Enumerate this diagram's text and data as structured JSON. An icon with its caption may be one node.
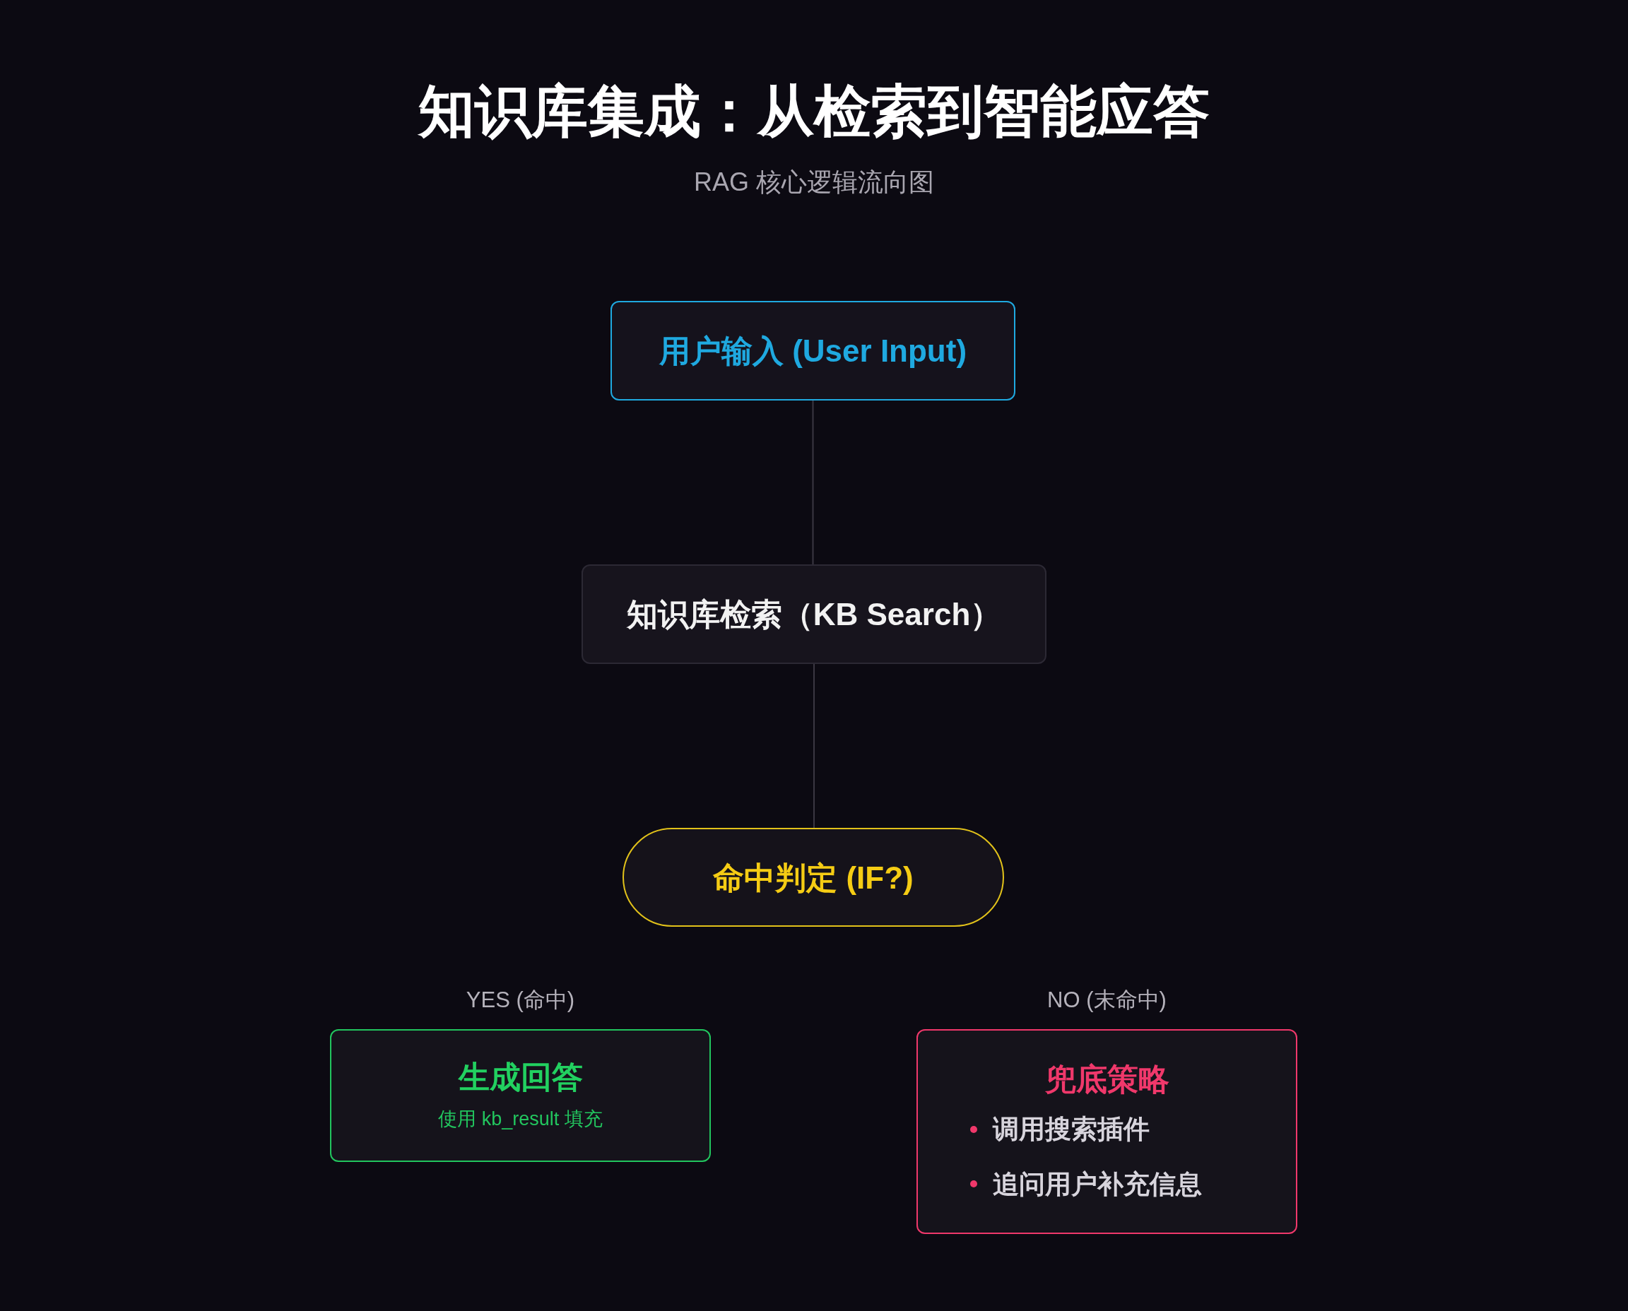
{
  "diagram": {
    "title": "知识库集成：从检索到智能应答",
    "caption": "RAG 核心逻辑流向图",
    "nodes": [
      {
        "text": [
          "用户输入 (User Input)"
        ]
      },
      {
        "text": [
          "知识库检索（KB Search）"
        ]
      },
      {
        "text": [
          "命中判定 (IF?)"
        ]
      },
      {
        "text": [
          "生成回答",
          "使用 kb_result 填充"
        ],
        "beside": [
          "YES (命中)"
        ]
      },
      {
        "text": [
          "兜底策略",
          "调用搜索插件",
          "追问用户补充信息"
        ],
        "beside": [
          "NO (末命中)"
        ]
      }
    ],
    "edges": [
      {
        "from": 0,
        "to": 1,
        "arrow": "none"
      },
      {
        "from": 1,
        "to": 2,
        "arrow": "none"
      }
    ]
  }
}
